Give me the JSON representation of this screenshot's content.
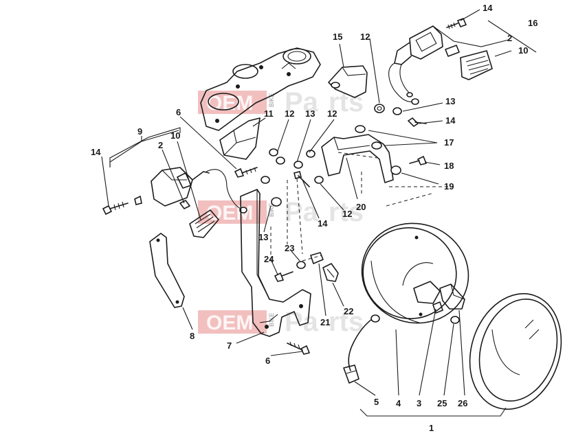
{
  "watermark": {
    "oem": "OEM",
    "bike": "BIKE",
    "pa": "Pa",
    "rts": "rts"
  },
  "callouts": [
    {
      "id": "c14a",
      "text": "14"
    },
    {
      "id": "c16",
      "text": "16"
    },
    {
      "id": "c15",
      "text": "15"
    },
    {
      "id": "c12a",
      "text": "12"
    },
    {
      "id": "c2a",
      "text": "2"
    },
    {
      "id": "c10a",
      "text": "10"
    },
    {
      "id": "c13a",
      "text": "13"
    },
    {
      "id": "c14b",
      "text": "14"
    },
    {
      "id": "c6a",
      "text": "6"
    },
    {
      "id": "c11",
      "text": "11"
    },
    {
      "id": "c12b",
      "text": "12"
    },
    {
      "id": "c13b",
      "text": "13"
    },
    {
      "id": "c12c",
      "text": "12"
    },
    {
      "id": "c9",
      "text": "9"
    },
    {
      "id": "c17",
      "text": "17"
    },
    {
      "id": "c14c",
      "text": "14"
    },
    {
      "id": "c2b",
      "text": "2"
    },
    {
      "id": "c10b",
      "text": "10"
    },
    {
      "id": "c18",
      "text": "18"
    },
    {
      "id": "c19",
      "text": "19"
    },
    {
      "id": "c20",
      "text": "20"
    },
    {
      "id": "c12d",
      "text": "12"
    },
    {
      "id": "c14d",
      "text": "14"
    },
    {
      "id": "c13c",
      "text": "13"
    },
    {
      "id": "c23",
      "text": "23"
    },
    {
      "id": "c24",
      "text": "24"
    },
    {
      "id": "c22",
      "text": "22"
    },
    {
      "id": "c21",
      "text": "21"
    },
    {
      "id": "c8",
      "text": "8"
    },
    {
      "id": "c7",
      "text": "7"
    },
    {
      "id": "c6b",
      "text": "6"
    },
    {
      "id": "c5",
      "text": "5"
    },
    {
      "id": "c4",
      "text": "4"
    },
    {
      "id": "c3",
      "text": "3"
    },
    {
      "id": "c25",
      "text": "25"
    },
    {
      "id": "c26",
      "text": "26"
    },
    {
      "id": "c1",
      "text": "1"
    }
  ]
}
